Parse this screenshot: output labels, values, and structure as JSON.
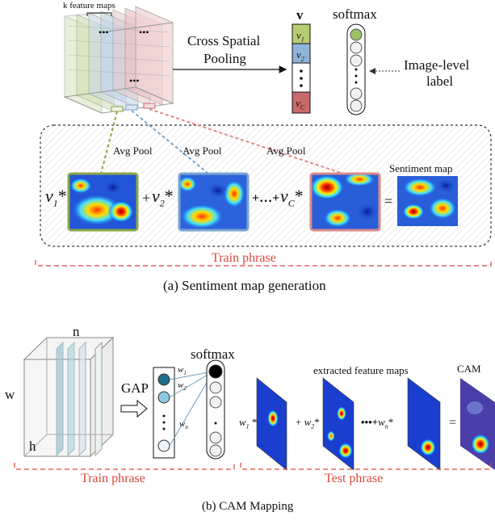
{
  "part_a": {
    "feature_maps_label": "k feature maps",
    "pooling_label_line1": "Cross Spatial",
    "pooling_label_line2": "Pooling",
    "vector_label": "v",
    "vector_cells": [
      "v1",
      "v2",
      "⋮",
      "vC"
    ],
    "softmax_label": "softmax",
    "image_level_label_line1": "Image-level",
    "image_level_label_line2": "label",
    "avg_pool_labels": [
      "Avg Pool",
      "Avg Pool",
      "Avg Pool"
    ],
    "sentiment_map_label": "Sentiment map",
    "equation": {
      "coef1": "v",
      "sub1": "1",
      "plus1": "+",
      "coef2": "v",
      "sub2": "2",
      "dots": "+…+",
      "coefc": "v",
      "subc": "C",
      "star": "*",
      "equals": "="
    },
    "train_phrase": "Train phrase",
    "caption": "(a) Sentiment map generation"
  },
  "part_b": {
    "n_label": "n",
    "w_label": "w",
    "h_label": "h",
    "gap_label": "GAP",
    "weight_labels": [
      "w1",
      "w2",
      "wn"
    ],
    "softmax_label": "softmax",
    "extracted_label": "extracted feature maps",
    "cam_label": "CAM",
    "equation": {
      "w1": "w",
      "sub1": "1",
      "w2": "w",
      "sub2": "2",
      "wn": "w",
      "subn": "n",
      "star": "*",
      "plus": "+",
      "dots": "•••+",
      "equals": "="
    },
    "train_phrase": "Train phrase",
    "test_phrase": "Test phrase",
    "caption": "(b) CAM Mapping"
  },
  "colors": {
    "green": "#8aa646",
    "blue": "#7aa6cf",
    "red": "#c86a6a",
    "dashed_red": "#d9463e"
  }
}
